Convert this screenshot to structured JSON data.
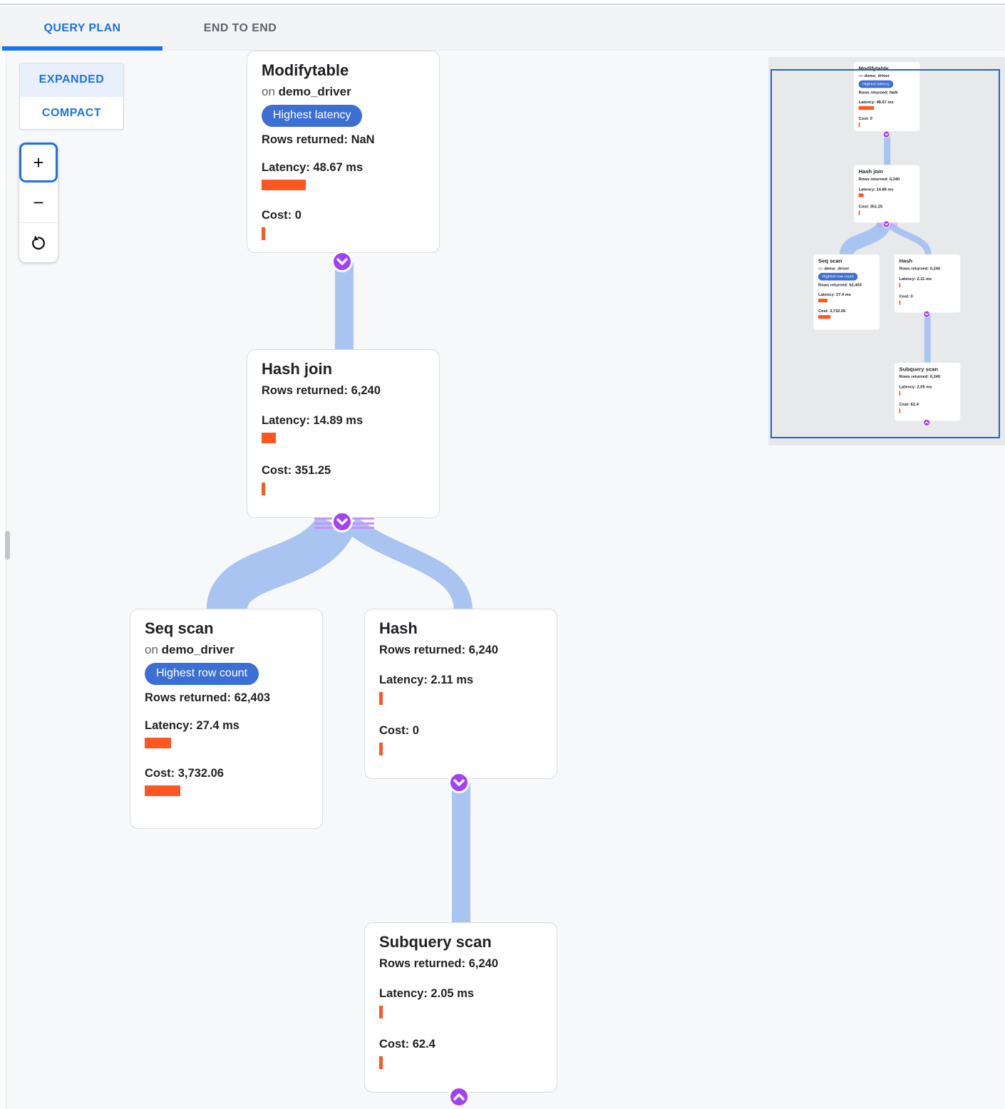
{
  "header": {
    "tabs": [
      {
        "label": "QUERY PLAN",
        "active": true
      },
      {
        "label": "END TO END",
        "active": false
      }
    ]
  },
  "view_toggle": {
    "expanded": "EXPANDED",
    "compact": "COMPACT",
    "selected": "EXPANDED"
  },
  "zoom_controls": {
    "zoom_in": "+",
    "zoom_out": "−",
    "reset_icon": "rotate-counterclockwise"
  },
  "colors": {
    "accent_blue": "#1a73e8",
    "badge_blue": "#3b6fd4",
    "bar_orange": "#ff5722",
    "edge_blue": "#a9c4f1",
    "connector_purple": "#a142f4",
    "decoration_purple": "#c893f7",
    "minimap_viewport_border": "#1b66ce"
  },
  "nodes": {
    "modifytable": {
      "title": "Modifytable",
      "on_prefix": "on ",
      "object": "demo_driver",
      "badge": "Highest latency",
      "rows": "Rows returned: NaN",
      "latency": "Latency: 48.67 ms",
      "cost": "Cost: 0"
    },
    "hash_join": {
      "title": "Hash join",
      "rows": "Rows returned: 6,240",
      "latency": "Latency: 14.89 ms",
      "cost": "Cost: 351.25"
    },
    "seq_scan": {
      "title": "Seq scan",
      "on_prefix": "on ",
      "object": "demo_driver",
      "badge": "Highest row count",
      "rows": "Rows returned: 62,403",
      "latency": "Latency: 27.4 ms",
      "cost": "Cost: 3,732.06"
    },
    "hash": {
      "title": "Hash",
      "rows": "Rows returned: 6,240",
      "latency": "Latency: 2.11 ms",
      "cost": "Cost: 0"
    },
    "subquery_scan": {
      "title": "Subquery scan",
      "rows": "Rows returned: 6,240",
      "latency": "Latency: 2.05 ms",
      "cost": "Cost: 62.4"
    }
  }
}
